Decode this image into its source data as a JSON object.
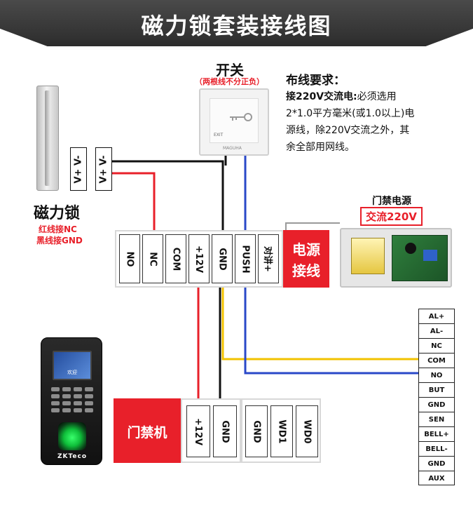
{
  "banner": {
    "title": "磁力锁套装接线图"
  },
  "switch": {
    "title": "开关",
    "note": "（两根线不分正负）",
    "exit_text": "EXIT",
    "brand": "MAGUHA"
  },
  "wiring": {
    "heading": "布线要求：",
    "lead": "接220V交流电:",
    "line1": "必须选用",
    "line2": "2*1.0平方毫米(或1.0以上)电",
    "line3": "源线，除220V交流之外，其",
    "line4": "余全部用网线。"
  },
  "lock": {
    "title": "磁力锁",
    "note1": "红线接NC",
    "note2": "黑线接GND",
    "labels": [
      "V+ V-",
      "V+ V-"
    ]
  },
  "power_block": {
    "terminals": [
      "NO",
      "NC",
      "COM",
      "+12V",
      "GND",
      "PUSH",
      "对讲+"
    ],
    "label_line1": "电源",
    "label_line2": "接线"
  },
  "psu": {
    "label_line1": "门禁电源",
    "label_line2": "交流220V"
  },
  "access_block": {
    "label": "门禁机",
    "terminals_a": [
      "+12V",
      "GND"
    ],
    "terminals_b": [
      "GND",
      "WD1",
      "WD0"
    ]
  },
  "right_strip": {
    "items": [
      "AL+",
      "AL-",
      "NC",
      "COM",
      "NO",
      "BUT",
      "GND",
      "SEN",
      "BELL+",
      "BELL-",
      "GND",
      "AUX"
    ]
  },
  "device": {
    "screen_text": "欢迎",
    "brand": "ZKTeco"
  },
  "colors": {
    "red_wire": "#e8202a",
    "black_wire": "#111111",
    "blue_wire": "#2a48c8",
    "yellow_wire": "#f2c200"
  }
}
